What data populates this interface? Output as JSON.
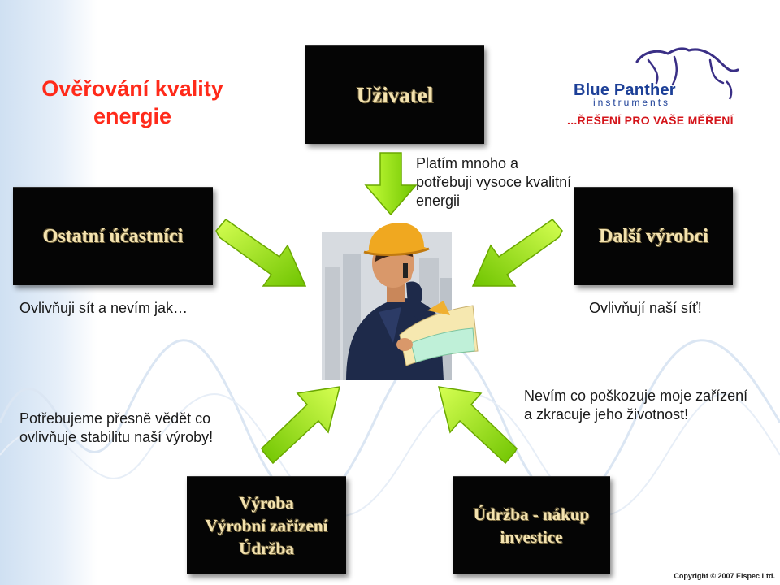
{
  "slide": {
    "title_line1": "Ověřování kvality",
    "title_line2": "energie",
    "boxes": {
      "user": "Uživatel",
      "others": "Ostatní účastníci",
      "more_producers": "Další výrobci",
      "production": [
        "Výroba",
        "Výrobní zařízení",
        "Údržba"
      ],
      "maintenance": [
        "Údržba - nákup",
        "investice"
      ]
    },
    "texts": {
      "user": "Platím mnoho a potřebuji vysoce kvalitní energii",
      "others": "Ovlivňuji sít a nevím jak…",
      "more_producers": "Ovlivňují naší síť!",
      "production": "Potřebujeme přesně vědět co ovlivňuje stabilitu naší výroby!",
      "maintenance": "Nevím co poškozuje moje zařízení a zkracuje jeho životnost!"
    },
    "logo": {
      "name": "Blue Panther",
      "sub": "instruments",
      "slogan": "...ŘEŠENÍ PRO VAŠE MĚŘENÍ"
    },
    "copyright": "Copyright © 2007 Elspec Ltd.",
    "colors": {
      "title": "#ff2a1a",
      "box_bg": "#050505",
      "box_text": "#f4e3b0",
      "arrow": "#8fe000",
      "logo_blue": "#1c3f97",
      "logo_red": "#d4141a"
    },
    "icons": [
      "panther-logo-icon",
      "worker-illustration",
      "green-arrow-icon"
    ]
  }
}
